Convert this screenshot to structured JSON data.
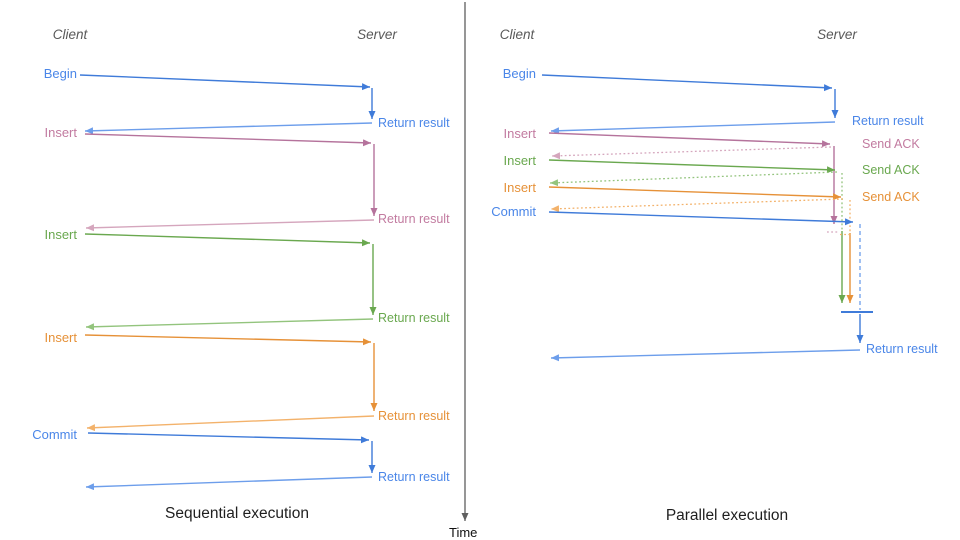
{
  "sequential": {
    "title": "Sequential execution",
    "client": "Client",
    "server": "Server",
    "ops": [
      {
        "label": "Begin",
        "result": "Return result"
      },
      {
        "label": "Insert",
        "result": "Return result"
      },
      {
        "label": "Insert",
        "result": "Return result"
      },
      {
        "label": "Insert",
        "result": "Return result"
      },
      {
        "label": "Commit",
        "result": "Return result"
      }
    ]
  },
  "parallel": {
    "title": "Parallel execution",
    "client": "Client",
    "server": "Server",
    "ops": [
      {
        "label": "Begin",
        "result": "Return result"
      },
      {
        "label": "Insert",
        "result": "Send ACK"
      },
      {
        "label": "Insert",
        "result": "Send ACK"
      },
      {
        "label": "Insert",
        "result": "Send ACK"
      },
      {
        "label": "Commit",
        "result": "Return result"
      }
    ]
  },
  "time_axis": {
    "label": "Time"
  },
  "colors": {
    "blue": "#3f7bd9",
    "blue_light": "#6d9eeb",
    "blue_text": "#4a86e8",
    "pink": "#b5739c",
    "pink_light": "#d5a6bd",
    "pink_text": "#c27ba0",
    "green": "#6aa84f",
    "green_light": "#93c47d",
    "orange": "#e69138",
    "orange_light": "#f3b26b",
    "axis": "#5f5f5f",
    "header_text": "#595959",
    "title_text": "#1f1f1f"
  }
}
